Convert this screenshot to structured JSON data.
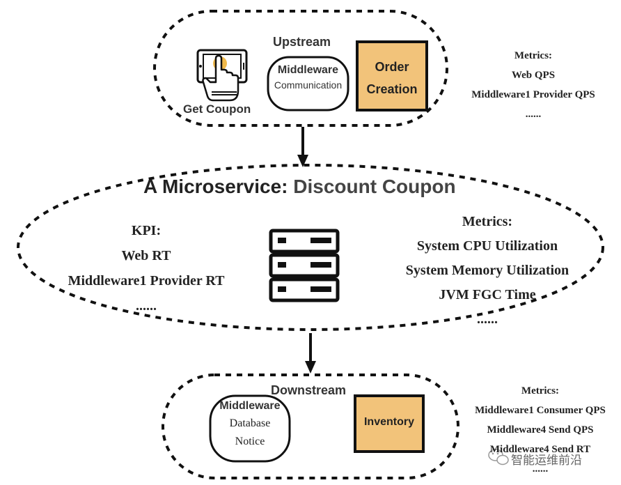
{
  "colors": {
    "box_fill": "#f2c37a",
    "stroke": "#111111",
    "text_dark": "#333333"
  },
  "upstream": {
    "title": "Upstream",
    "get_coupon_label": "Get Coupon",
    "middleware_title": "Middleware",
    "middleware_subtitle": "Communication",
    "order_line1": "Order",
    "order_line2": "Creation",
    "metrics_title": "Metrics:",
    "metrics": [
      "Web QPS",
      "Middleware1 Provider QPS",
      "......"
    ]
  },
  "microservice": {
    "title_prefix": "A Microservice: ",
    "title_name": "Discount Coupon",
    "kpi_title": "KPI:",
    "kpi": [
      "Web RT",
      "Middleware1 Provider RT",
      "......"
    ],
    "metrics_title": "Metrics:",
    "metrics": [
      "System CPU Utilization",
      "System Memory Utilization",
      "JVM FGC Time",
      "......"
    ]
  },
  "downstream": {
    "title": "Downstream",
    "middleware_title": "Middleware",
    "middleware_line1": "Database",
    "middleware_line2": "Notice",
    "inventory_label": "Inventory",
    "metrics_title": "Metrics:",
    "metrics": [
      "Middleware1 Consumer QPS",
      "Middleware4 Send QPS",
      "Middleware4 Send RT",
      "......"
    ]
  },
  "watermark": {
    "icon": "wechat-icon",
    "text": "智能运维前沿"
  }
}
